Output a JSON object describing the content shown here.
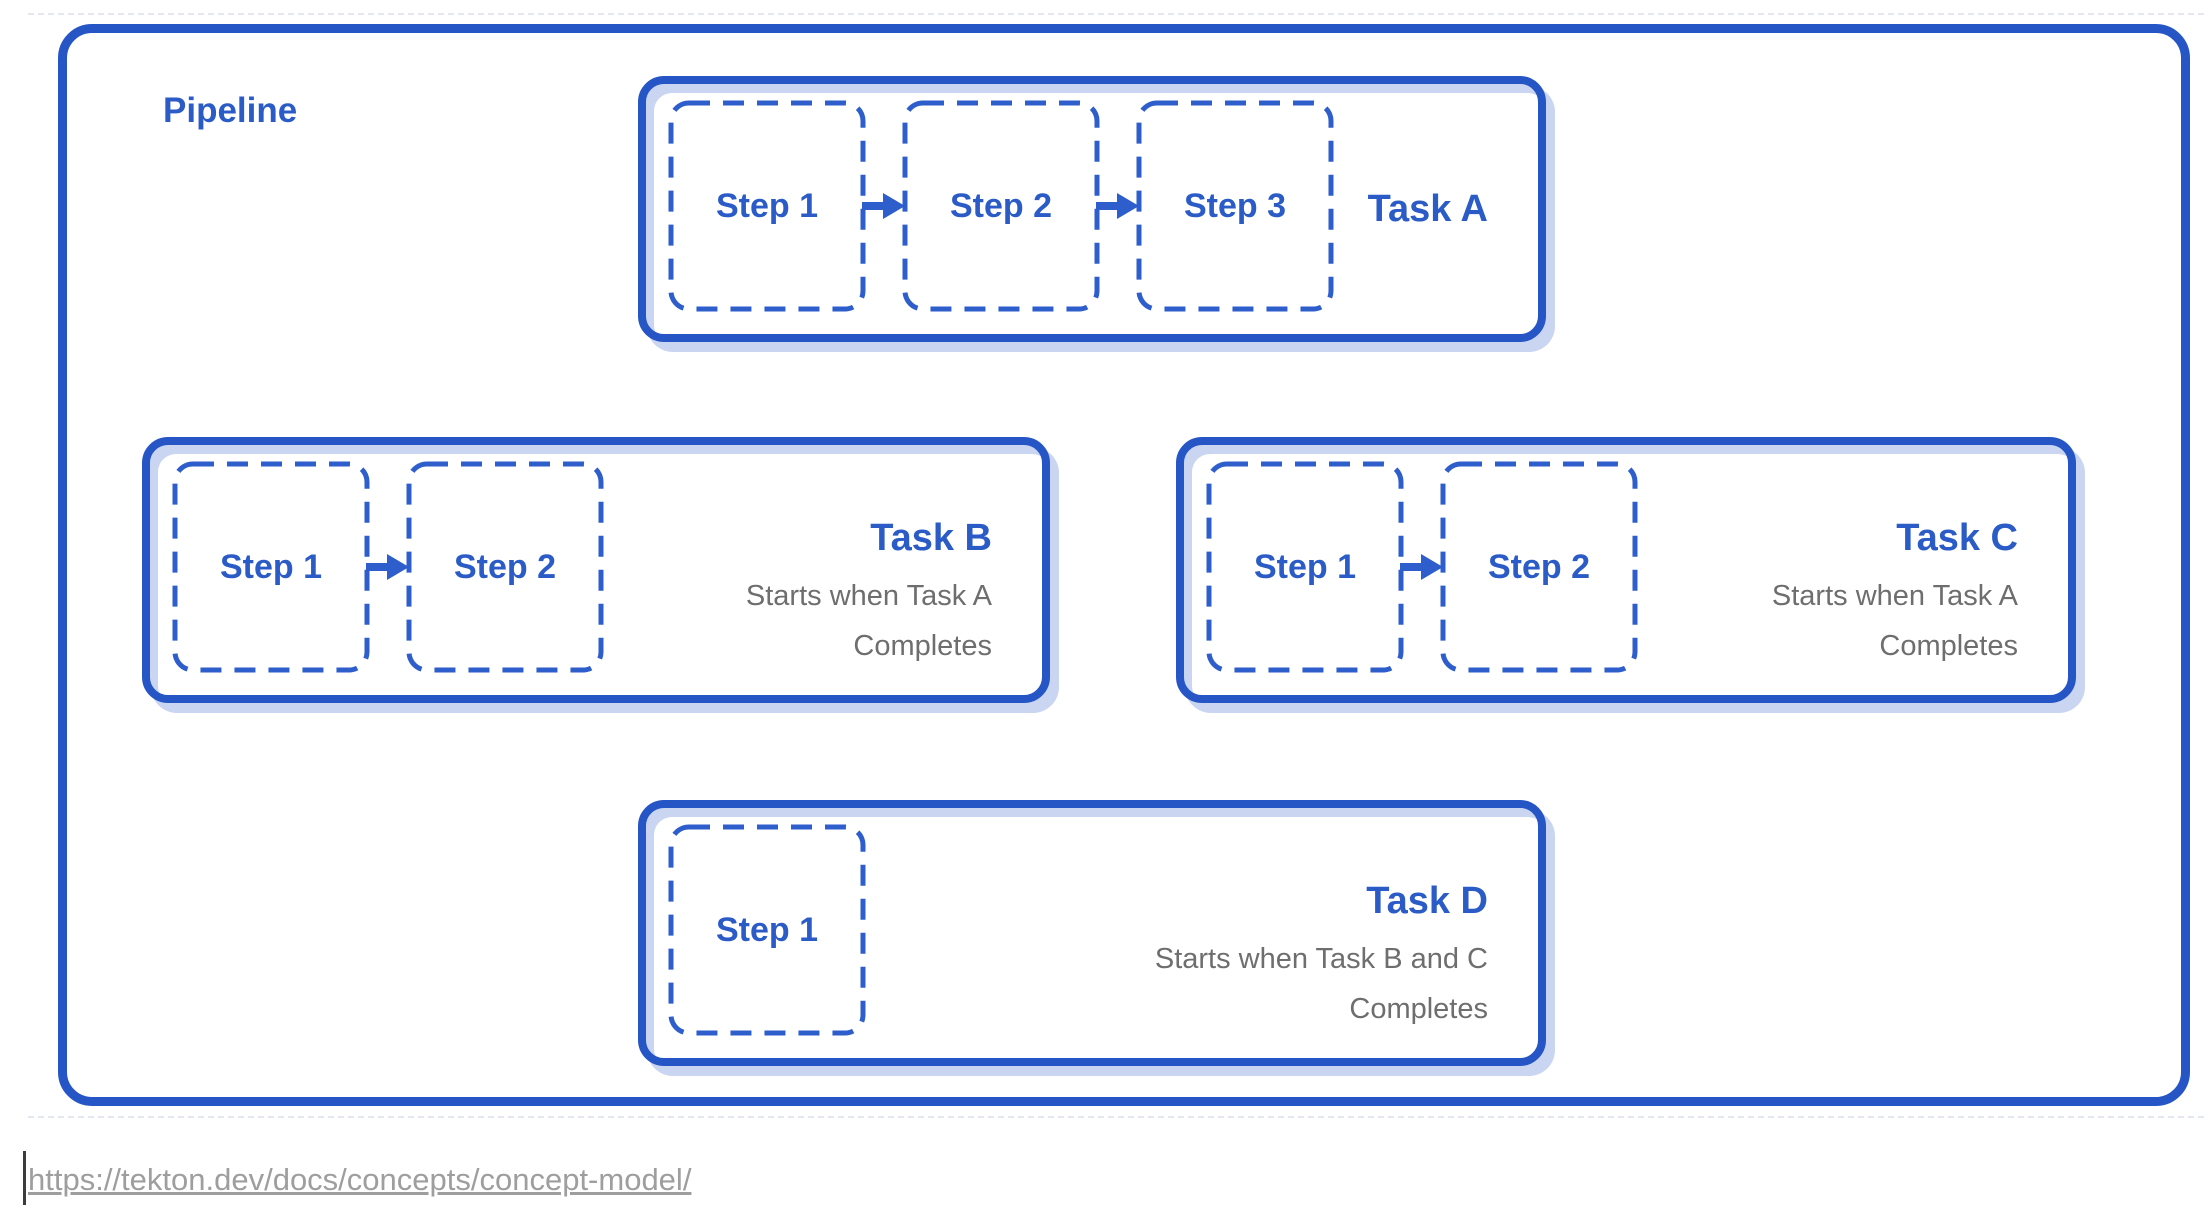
{
  "colors": {
    "blue_border": "#2656c6",
    "blue_dash": "#2e5ecb",
    "blue_text": "#2b5bc7",
    "light_blue": "#c9d5f1",
    "gray_text": "#6e6e6e",
    "gray_line": "#c5c5c5",
    "url_gray": "#9e9e9e"
  },
  "pipeline": {
    "label": "Pipeline"
  },
  "tasks": [
    {
      "id": "task-a",
      "title": "Task A",
      "subtitle_lines": [],
      "steps": [
        "Step 1",
        "Step 2",
        "Step 3"
      ]
    },
    {
      "id": "task-b",
      "title": "Task B",
      "subtitle_lines": [
        "Starts when Task A",
        "Completes"
      ],
      "steps": [
        "Step 1",
        "Step 2"
      ]
    },
    {
      "id": "task-c",
      "title": "Task C",
      "subtitle_lines": [
        "Starts when Task A",
        "Completes"
      ],
      "steps": [
        "Step 1",
        "Step 2"
      ]
    },
    {
      "id": "task-d",
      "title": "Task D",
      "subtitle_lines": [
        "Starts when Task B and C",
        "Completes"
      ],
      "steps": [
        "Step 1"
      ]
    }
  ],
  "edges": [
    {
      "from": "Task A",
      "to": "Task B"
    },
    {
      "from": "Task A",
      "to": "Task C"
    },
    {
      "from": "Task B",
      "to": "Task D"
    },
    {
      "from": "Task C",
      "to": "Task D"
    }
  ],
  "footer": {
    "url": "https://tekton.dev/docs/concepts/concept-model/"
  }
}
